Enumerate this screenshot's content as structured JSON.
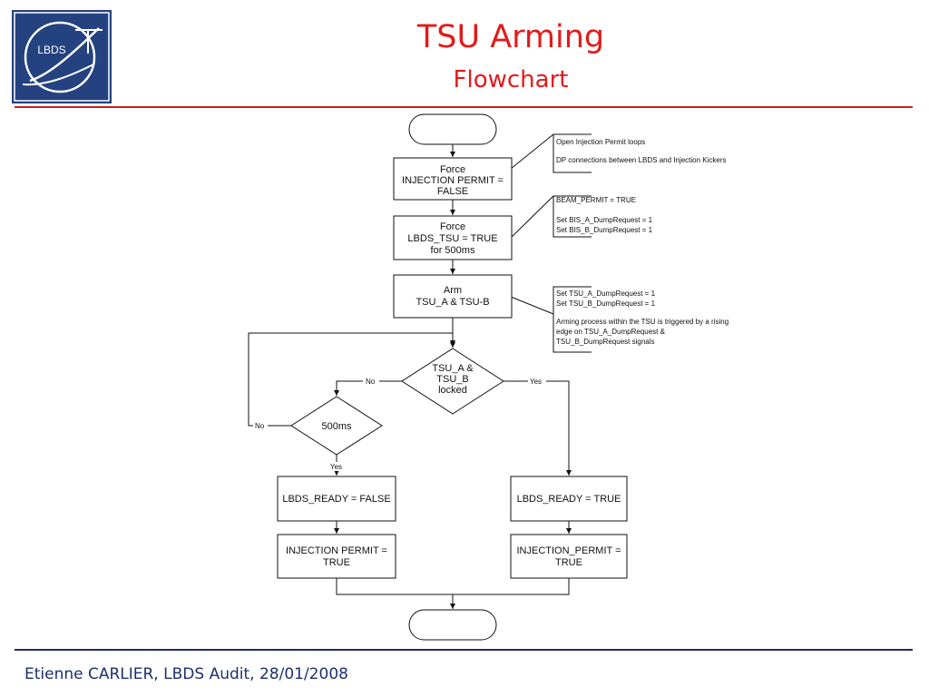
{
  "header": {
    "logo_text": "LBDS",
    "title": "TSU Arming",
    "subtitle": "Flowchart"
  },
  "flowchart": {
    "force_permit": [
      "Force",
      "INJECTION PERMIT =",
      "FALSE"
    ],
    "force_tsu": [
      "Force",
      "LBDS_TSU = TRUE",
      "for 500ms"
    ],
    "arm": [
      "Arm",
      "TSU_A & TSU-B"
    ],
    "decision_locked": [
      "TSU_A &",
      "TSU_B",
      "locked"
    ],
    "decision_timer": "500ms",
    "ready_false": "LBDS_READY = FALSE",
    "ready_true": "LBDS_READY = TRUE",
    "perm_left": [
      "INJECTION PERMIT =",
      "TRUE"
    ],
    "perm_right": [
      "INJECTION_PERMIT =",
      "TRUE"
    ],
    "labels": {
      "no_locked": "No",
      "yes_locked": "Yes",
      "no_timer": "No",
      "yes_timer": "Yes"
    },
    "notes": {
      "n1": [
        "Open Injection Permit loops",
        "",
        "DP connections between LBDS and Injection Kickers"
      ],
      "n2": [
        "BEAM_PERMIT = TRUE",
        "",
        "Set BIS_A_DumpRequest = 1",
        "Set BIS_B_DumpRequest = 1"
      ],
      "n3": [
        "Set TSU_A_DumpRequest = 1",
        "Set TSU_B_DumpRequest = 1",
        "",
        "Arming process within the TSU is triggered by a rising",
        "edge on TSU_A_DumpRequest &",
        "TSU_B_DumpRequest signals"
      ]
    }
  },
  "footer": {
    "text": "Etienne CARLIER, LBDS Audit, 28/01/2008"
  }
}
